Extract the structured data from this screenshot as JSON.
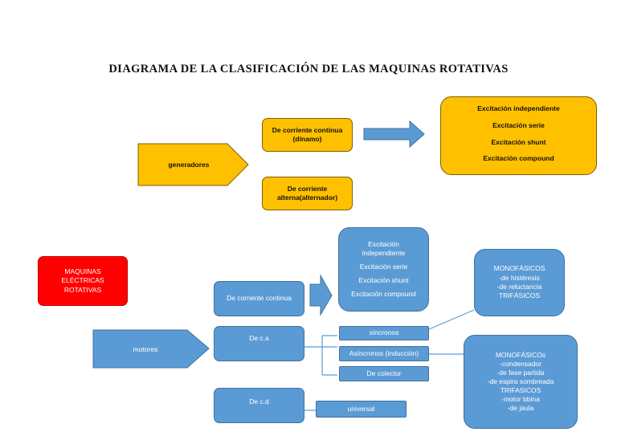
{
  "title": "DIAGRAMA  DE LA CLASIFICACIÓN DE LAS MAQUINAS ROTATIVAS",
  "root": {
    "line1": "MAQUINAS",
    "line2": "ELÉCTRICAS",
    "line3": "ROTATIVAS"
  },
  "generadores": {
    "label": "generadores",
    "cc": {
      "line1": "De corriente continua",
      "line2": "(dínamo)"
    },
    "ca": {
      "line1": "De corriente",
      "line2": "alterna(alternador)"
    },
    "excitacion": [
      "Excitación independiente",
      "Excitación serie",
      "Excitación shunt",
      "Excitación compound"
    ]
  },
  "motores": {
    "label": "motores",
    "cc": "De corriente continua",
    "excitacion": [
      "Excitación",
      "independiente",
      "Excitación serie",
      "Excitación shunt",
      "Excitación compound"
    ],
    "ca": "De c.a",
    "ca_types": [
      "síncronos",
      "Asíncronos (inducción)",
      "De colector"
    ],
    "monofasicos_sincronos": [
      "MONOFÁSICOS",
      "-de histéresis",
      "-de reluctancia",
      "TRIFÁSICOS"
    ],
    "monofasicos_asincronos": [
      "MONOFÁSICOs",
      "-condensador",
      "-de fase partida",
      "-de espira sombreada",
      "TRIFASICOS",
      "-motor bbina",
      "-de jaula"
    ],
    "cd": "De c.d",
    "universal": "universal"
  },
  "colors": {
    "yellow": "#FFC000",
    "blue": "#5B9BD5",
    "red": "#FF0000"
  }
}
